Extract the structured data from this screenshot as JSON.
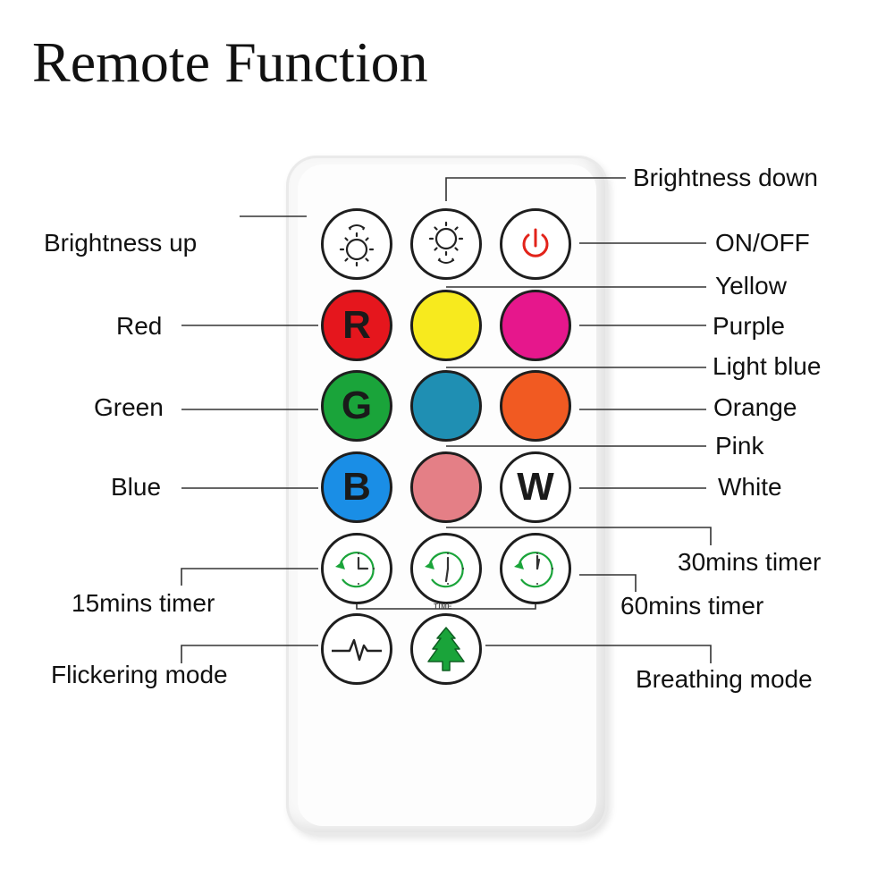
{
  "title": "Remote Function",
  "remote": {
    "time_label": "TIME",
    "buttons": {
      "brightness_up": {
        "icon": "sun-up-icon"
      },
      "brightness_down": {
        "icon": "sun-down-icon"
      },
      "power": {
        "icon": "power-icon",
        "color": "#e2231a"
      },
      "red": {
        "letter": "R",
        "color": "#e5161d"
      },
      "yellow": {
        "color": "#f7ea1e"
      },
      "purple": {
        "color": "#e6178c"
      },
      "green": {
        "letter": "G",
        "color": "#1aa43a"
      },
      "light_blue": {
        "color": "#1f8fb3"
      },
      "orange": {
        "color": "#f15a22"
      },
      "blue": {
        "letter": "B",
        "color": "#1a8ee6"
      },
      "pink": {
        "color": "#e47f86"
      },
      "white": {
        "letter": "W",
        "color": "#ffffff"
      },
      "timer_15": {
        "icon": "clock-15-icon",
        "color": "#1aa43a"
      },
      "timer_30": {
        "icon": "clock-30-icon",
        "color": "#1aa43a"
      },
      "timer_60": {
        "icon": "clock-60-icon",
        "color": "#1aa43a"
      },
      "flicker": {
        "icon": "pulse-icon"
      },
      "breathing": {
        "icon": "tree-icon",
        "color": "#1aa43a"
      }
    }
  },
  "labels": {
    "brightness_down": "Brightness down",
    "brightness_up": "Brightness up",
    "on_off": "ON/OFF",
    "yellow": "Yellow",
    "red": "Red",
    "purple": "Purple",
    "light_blue": "Light blue",
    "green": "Green",
    "orange": "Orange",
    "pink": "Pink",
    "blue": "Blue",
    "white": "White",
    "timer_30": "30mins timer",
    "timer_15": "15mins timer",
    "timer_60": "60mins timer",
    "flickering": "Flickering mode",
    "breathing": "Breathing mode"
  }
}
